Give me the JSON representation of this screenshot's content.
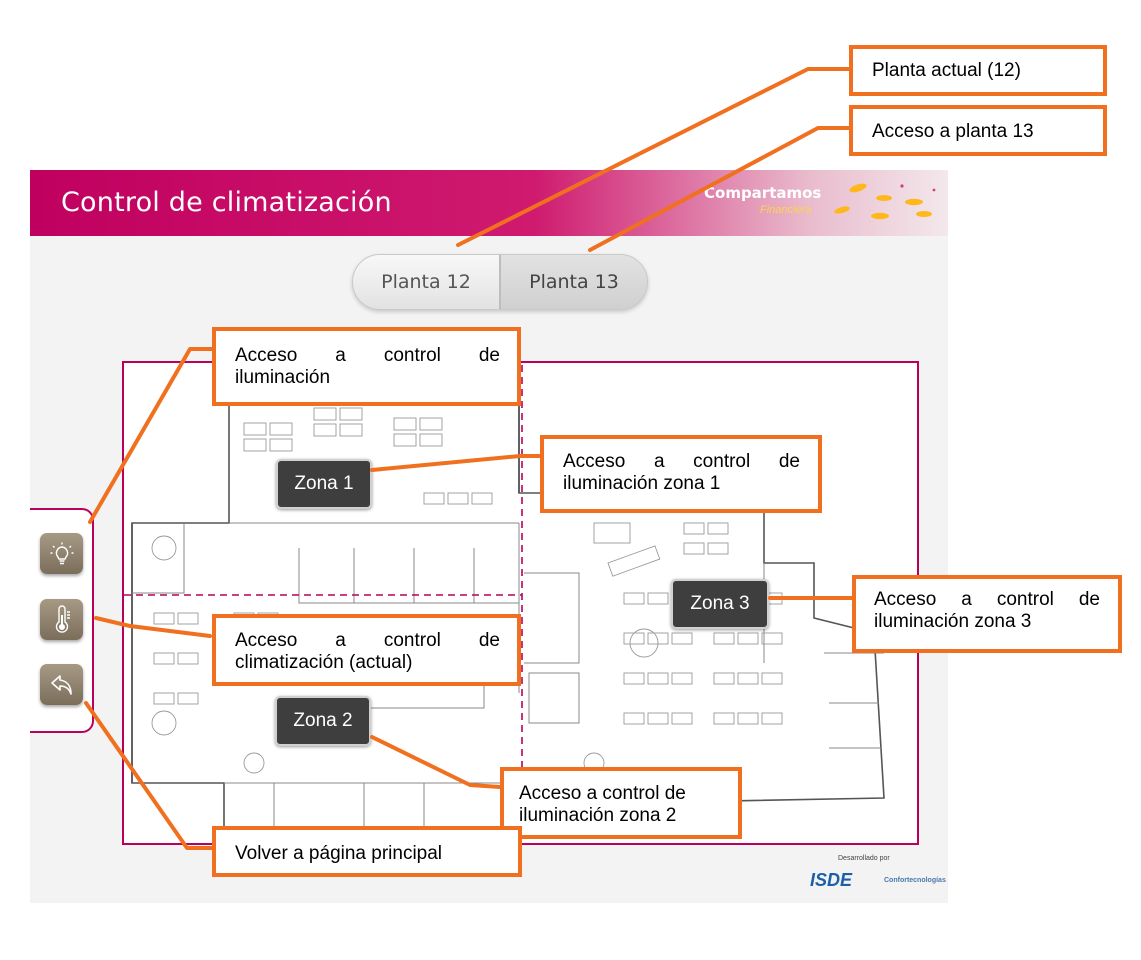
{
  "app": {
    "title": "Control de climatización",
    "brand": "Compartamos",
    "brand_sub": "Financiera",
    "colors": {
      "brand": "#c0005f",
      "accent": "#f07020",
      "zone_label": "#3e3e3e",
      "button": "#8c7f6b"
    }
  },
  "plants": {
    "tabs": [
      {
        "label": "Planta 12"
      },
      {
        "label": "Planta 13"
      }
    ]
  },
  "zones": [
    "Zona 1",
    "Zona 2",
    "Zona 3"
  ],
  "sidebar": {
    "buttons": [
      {
        "icon": "lightbulb-icon"
      },
      {
        "icon": "thermometer-icon"
      },
      {
        "icon": "back-arrow-icon"
      }
    ]
  },
  "footer": {
    "developed_by": "Desarrollado por",
    "isde": "ISDE",
    "confort": "Confortecnologías"
  },
  "callouts": {
    "planta_actual": "Planta actual (12)",
    "acceso_planta13": "Acceso a planta 13",
    "acceso_iluminacion": "Acceso a control de iluminación",
    "acceso_zona1": "Acceso a control de iluminación zona 1",
    "acceso_zona3": "Acceso a control de iluminación zona 3",
    "acceso_climatizacion": "Acceso a control de climatización (actual)",
    "acceso_zona2": "Acceso a control de iluminación zona 2",
    "volver": "Volver a página principal"
  }
}
